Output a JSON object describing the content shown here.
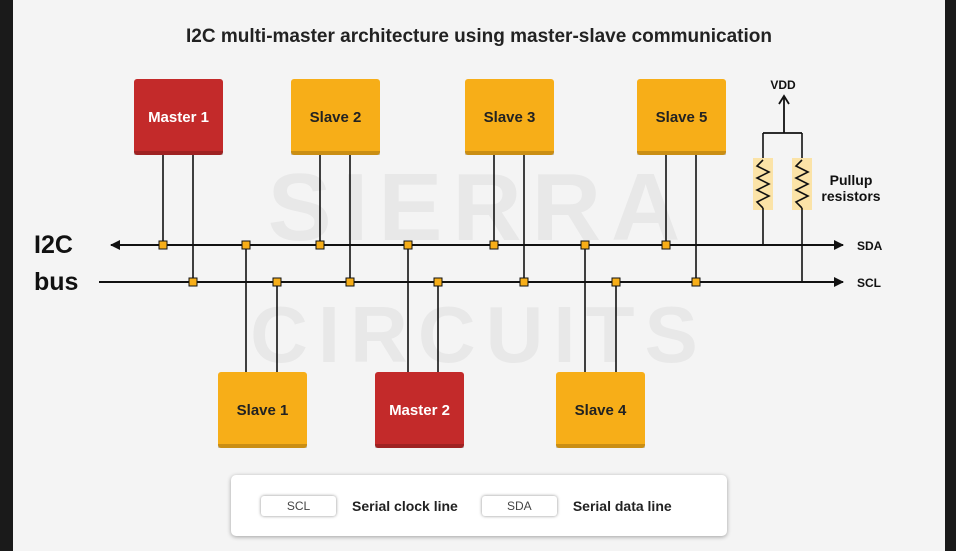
{
  "title": "I2C multi-master architecture using master-slave communication",
  "watermark": [
    "SIERRA",
    "CIRCUITS"
  ],
  "bus_label": [
    "I2C",
    "bus"
  ],
  "lines": {
    "sda": "SDA",
    "scl": "SCL"
  },
  "vdd": "VDD",
  "pullup_label": [
    "Pullup",
    "resistors"
  ],
  "colors": {
    "master": "#c32a2a",
    "slave": "#f7ae18",
    "resistor_bg": "#fbe3a7",
    "line": "#111111"
  },
  "devices": [
    {
      "label": "Master 1",
      "kind": "master"
    },
    {
      "label": "Slave 2",
      "kind": "slave"
    },
    {
      "label": "Slave 3",
      "kind": "slave"
    },
    {
      "label": "Slave 5",
      "kind": "slave"
    },
    {
      "label": "Slave 1",
      "kind": "slave"
    },
    {
      "label": "Master 2",
      "kind": "master"
    },
    {
      "label": "Slave 4",
      "kind": "slave"
    }
  ],
  "legend": [
    {
      "chip": "SCL",
      "text": "Serial clock line"
    },
    {
      "chip": "SDA",
      "text": "Serial data line"
    }
  ]
}
